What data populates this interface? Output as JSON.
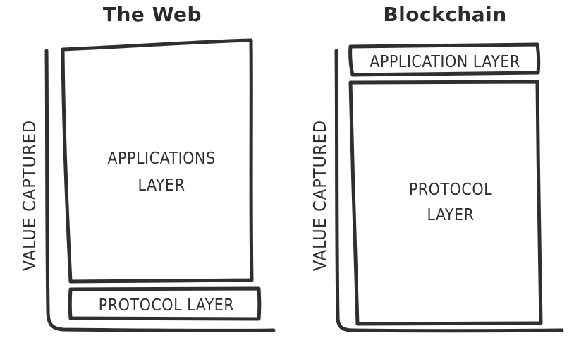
{
  "web": {
    "title": "The Web",
    "axis_label": "VALUE CAPTURED",
    "top_box_line1": "APPLICATIONS",
    "top_box_line2": "LAYER",
    "bottom_box": "PROTOCOL LAYER"
  },
  "blockchain": {
    "title": "Blockchain",
    "axis_label": "VALUE CAPTURED",
    "top_box": "APPLICATION LAYER",
    "bottom_box_line1": "PROTOCOL",
    "bottom_box_line2": "LAYER"
  },
  "colors": {
    "ink": "#2f2f2f",
    "background": "#ffffff"
  }
}
